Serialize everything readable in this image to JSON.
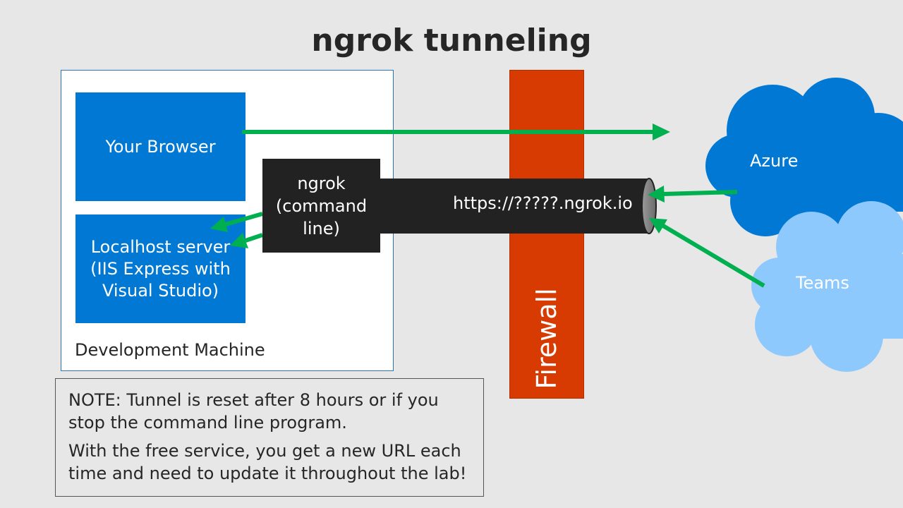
{
  "title": "ngrok tunneling",
  "development_machine": {
    "label": "Development Machine",
    "browser": "Your Browser",
    "localhost": [
      "Localhost server",
      "(IIS Express with",
      "Visual Studio)"
    ]
  },
  "ngrok": [
    "ngrok",
    "(command",
    "line)"
  ],
  "tunnel_url": "https://?????.ngrok.io",
  "firewall": "Firewall",
  "clouds": {
    "azure": "Azure",
    "teams": "Teams"
  },
  "note": [
    "NOTE: Tunnel is reset after 8 hours or if you stop the command line program.",
    "With the free service, you get a new URL each time and need to update it throughout the lab!"
  ],
  "colors": {
    "arrow": "#00b050",
    "box_blue": "#0078d4",
    "firewall": "#d83b01",
    "azure_cloud": "#0078d4",
    "teams_cloud": "#8dc9fc"
  }
}
